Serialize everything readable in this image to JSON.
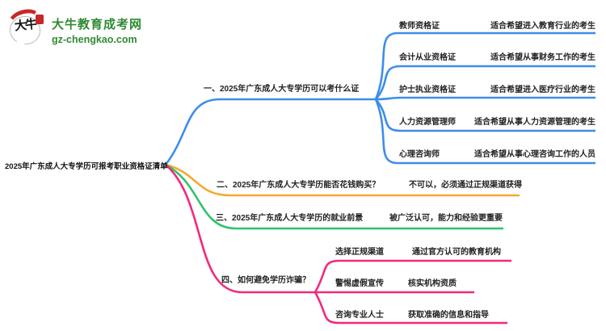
{
  "logo": {
    "mark_text": "大牛",
    "site_name": "大牛教育成考网",
    "site_url": "gz-chengkao.com",
    "brand_green": "#2f8a33",
    "seal_red": "#c62828"
  },
  "root": {
    "label": "2025年广东成人大专学历可报考职业资格证清单"
  },
  "branches": [
    {
      "label": "一、2025年广东成人大专学历可以考什么证",
      "color": "#3d8deb",
      "children": [
        {
          "title": "教师资格证",
          "desc": "适合希望进入教育行业的考生"
        },
        {
          "title": "会计从业资格证",
          "desc": "适合希望从事财务工作的考生"
        },
        {
          "title": "护士执业资格证",
          "desc": "适合希望进入医疗行业的考生"
        },
        {
          "title": "人力资源管理师",
          "desc": "适合希望从事人力资源管理的考生"
        },
        {
          "title": "心理咨询师",
          "desc": "适合希望从事心理咨询工作的人员"
        }
      ]
    },
    {
      "label": "二、2025年广东成人大专学历能否花钱购买？",
      "answer": "不可以，必须通过正规渠道获得",
      "color": "#f6a82d"
    },
    {
      "label": "三、2025年广东成人大专学历的就业前景",
      "answer": "被广泛认可，能力和经验更重要",
      "color": "#2cc56a"
    },
    {
      "label": "四、如何避免学历诈骗？",
      "color": "#f2297e",
      "children": [
        {
          "title": "选择正规渠道",
          "desc": "通过官方认可的教育机构"
        },
        {
          "title": "警惕虚假宣传",
          "desc": "核实机构资质"
        },
        {
          "title": "咨询专业人士",
          "desc": "获取准确的信息和指导"
        }
      ]
    }
  ]
}
